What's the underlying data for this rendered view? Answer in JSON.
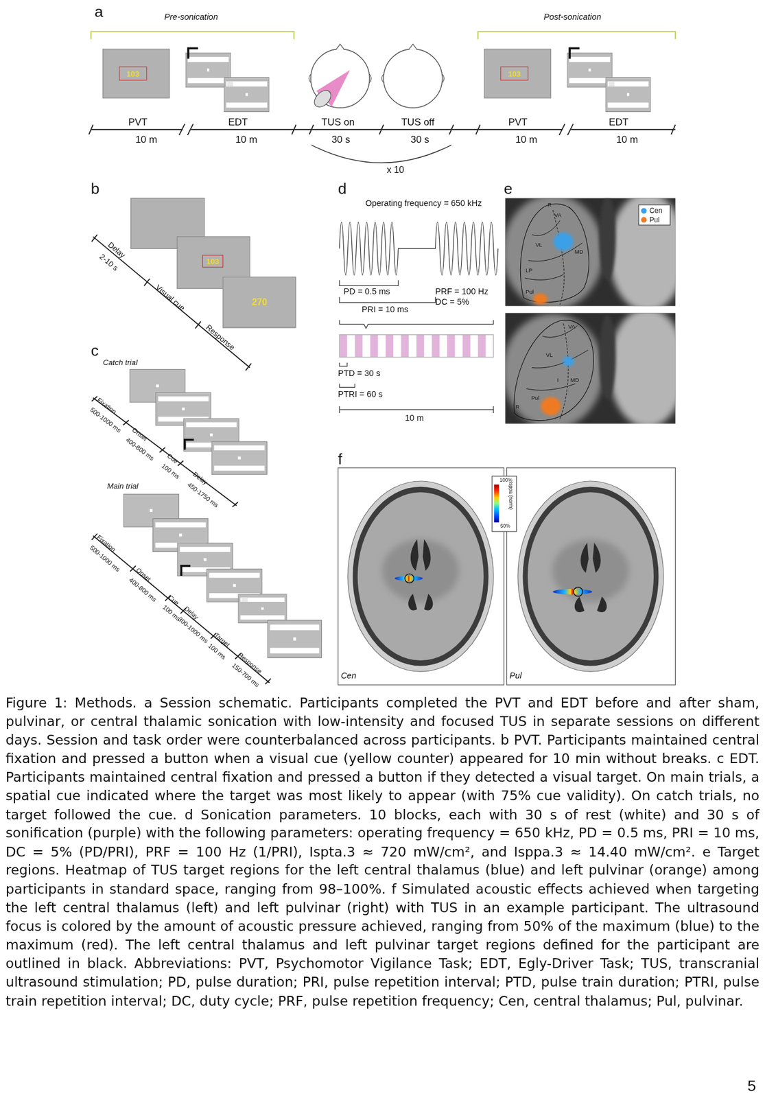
{
  "diagram": {
    "caption": "Figure 1: Methods. a Session schematic. Participants completed the PVT and EDT before and after sham, pulvinar, or central thalamic sonication with low-intensity and focused TUS in separate sessions on different days. Session and task order were counterbalanced across participants. b PVT. Participants maintained central fixation and pressed a button when a visual cue (yellow counter) appeared for 10 min without breaks. c EDT. Participants maintained central fixation and pressed a button if they detected a visual target. On main trials, a spatial cue indicated where the target was most likely to appear (with 75% cue validity). On catch trials, no target followed the cue. d Sonication parameters. 10 blocks, each with 30 s of rest (white) and 30 s of sonification (purple) with the following parameters: operating frequency = 650 kHz, PD = 0.5 ms, PRI = 10 ms, DC = 5% (PD/PRI), PRF = 100 Hz (1/PRI), Ispta.3 ≈ 720 mW/cm², and Isppa.3 ≈ 14.40 mW/cm². e Target regions. Heatmap of TUS target regions for the left central thalamus (blue) and left pulvinar (orange) among participants in standard space, ranging from 98–100%. f Simulated acoustic effects achieved when targeting the left central thalamus (left) and left pulvinar (right) with TUS in an example participant. The ultrasound focus is colored by the amount of acoustic pressure achieved, ranging from 50% of the maximum (blue) to the maximum (red). The left central thalamus and left pulvinar target regions defined for the participant are outlined in black. Abbreviations: PVT, Psychomotor Vigilance Task; EDT, Egly-Driver Task; TUS, transcranial ultrasound stimulation; PD, pulse duration; PRI, pulse repetition interval; PTD, pulse train duration; PTRI, pulse train repetition interval; DC, duty cycle; PRF, pulse repetition frequency; Cen, central thalamus; Pul, pulvinar.",
    "nodes": [
      {
        "text": [
          "103"
        ]
      },
      {
        "text": [
          "103"
        ]
      },
      {
        "text": [
          "103"
        ]
      },
      {
        "text": [
          "270"
        ]
      }
    ],
    "labels": [
      "a",
      "Pre-sonication",
      "Post-sonication",
      "PVT",
      "10 m",
      "EDT",
      "10 m",
      "TUS on",
      "30 s",
      "TUS off",
      "30 s",
      "PVT",
      "10 m",
      "EDT",
      "10 m",
      "x 10",
      "b",
      "Delay",
      "2-10 s",
      "Visual cue",
      "Response",
      "c",
      "Catch trial",
      "Fixation",
      "500-1000 ms",
      "Onset",
      "400-800 ms",
      "Cue",
      "100 ms",
      "Delay",
      "450-1750 ms",
      "Main trial",
      "Fixation",
      "500-1000 ms",
      "Onset",
      "400-800 ms",
      "Cue",
      "100 ms",
      "Delay",
      "300-1000 ms",
      "Target",
      "100 ms",
      "Response",
      "150-700 ms",
      "d",
      "Operating frequency = 650 kHz",
      "PD = 0.5 ms",
      "PRF = 100 Hz",
      "DC = 5%",
      "PRI = 10 ms",
      "PTD = 30 s",
      "PTRI = 60 s",
      "10 m",
      "e",
      "R",
      "VA",
      "VL",
      "MD",
      "LP",
      "Pul",
      "VA",
      "VL",
      "I",
      "MD",
      "Pul",
      "R",
      "f",
      "100%",
      "Isppa (norm)",
      "50%",
      "Cen",
      "Pul",
      "5"
    ],
    "legend": [
      {
        "text": "Cen",
        "color": "#3aa0e8"
      },
      {
        "text": "Pul",
        "color": "#f07a20"
      }
    ]
  }
}
